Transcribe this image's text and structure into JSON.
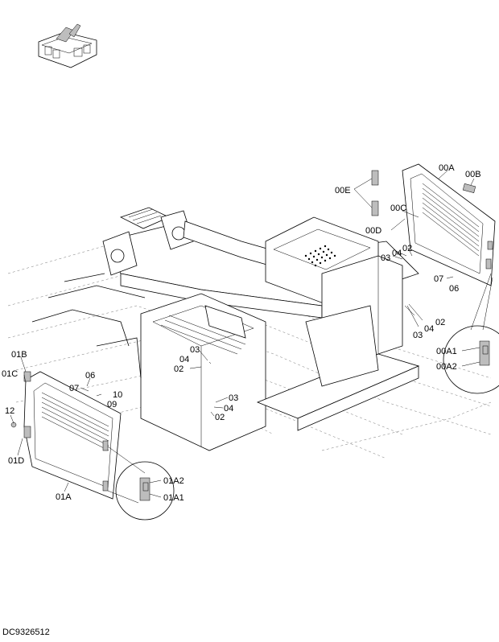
{
  "drawing_id": "DC9326512",
  "labels": {
    "l00A": "00A",
    "l00B": "00B",
    "l00E": "00E",
    "l00C": "00C",
    "l00D": "00D",
    "l04a": "04",
    "l02a": "02",
    "l03a": "03",
    "l07a": "07",
    "l06a": "06",
    "l02b": "02",
    "l04b": "04",
    "l03b": "03",
    "l00A1": "00A1",
    "l00A2": "00A2",
    "l03c": "03",
    "l04c": "04",
    "l02c": "02",
    "l01B": "01B",
    "l01C": "01C",
    "l06b": "06",
    "l07b": "07",
    "l10": "10",
    "l09": "09",
    "l03d": "03",
    "l04d": "04",
    "l02d": "02",
    "l12": "12",
    "l01D": "01D",
    "l01A": "01A",
    "l01A2": "01A2",
    "l01A1": "01A1"
  }
}
